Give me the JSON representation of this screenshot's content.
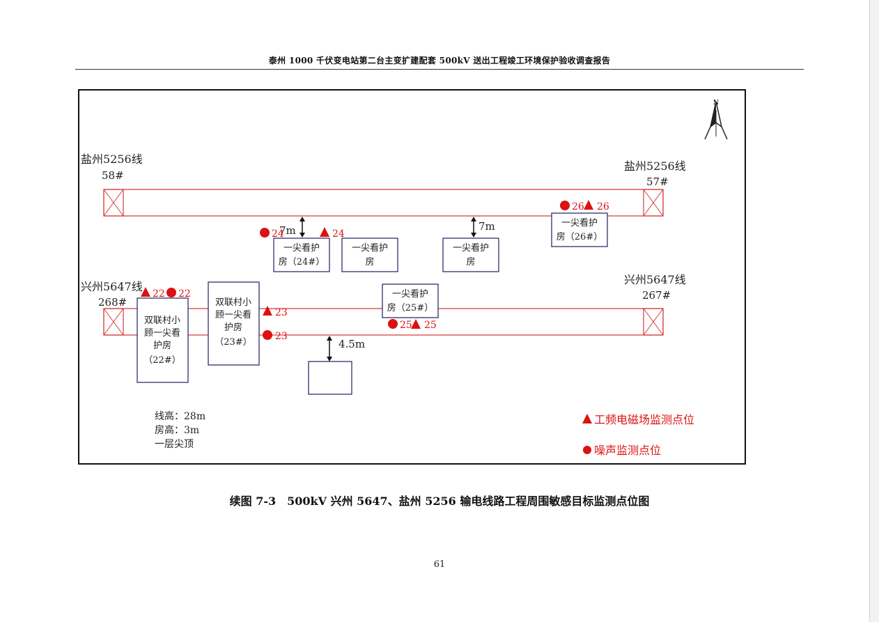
{
  "header": {
    "title": "泰州 1000 千伏变电站第二台主变扩建配套 500kV 送出工程竣工环境保护验收调查报告"
  },
  "diagram": {
    "north_label": "N",
    "lines": {
      "yanzhou_line_name": "盐州5256线",
      "yanzhou_tower_west": "58#",
      "yanzhou_tower_east": "57#",
      "xingzhou_line_name": "兴州5647线",
      "xingzhou_tower_west": "268#",
      "xingzhou_tower_east": "267#"
    },
    "houses": {
      "h24": {
        "line1": "一尖看护",
        "line2": "房（24#）"
      },
      "h24b": {
        "line1": "一尖看护",
        "line2": "房"
      },
      "h24c": {
        "line1": "一尖看护",
        "line2": "房"
      },
      "h26": {
        "line1": "一尖看护",
        "line2": "房（26#）"
      },
      "h25": {
        "line1": "一尖看护",
        "line2": "房（25#）"
      },
      "h22": {
        "line1": "双联村小",
        "line2": "顾一尖看",
        "line3": "护房",
        "line4": "（22#）"
      },
      "h23": {
        "line1": "双联村小",
        "line2": "顾一尖看",
        "line3": "护房",
        "line4": "（23#）"
      }
    },
    "distances": {
      "d1": "7m",
      "d2": "7m",
      "d3": "4.5m"
    },
    "points": {
      "p22_tri": "22",
      "p22_dot": "22",
      "p23_tri": "23",
      "p23_dot": "23",
      "p24_dot": "24",
      "p24_tri": "24",
      "p25_dot": "25",
      "p25_tri": "25",
      "p26_dot": "26",
      "p26_tri": "26"
    },
    "notes": {
      "line_height": "线高：28m",
      "house_height": "房高：3m",
      "roof": "一层尖顶"
    },
    "legend": {
      "emf": "工频电磁场监测点位",
      "noise": "噪声监测点位"
    },
    "colors": {
      "marker": "#dd1111",
      "corridor": "#d83a3a",
      "house_border": "#2b2f6e"
    }
  },
  "caption": "续图 7-3　500kV 兴州 5647、盐州 5256 输电线路工程周围敏感目标监测点位图",
  "page_number": "61"
}
